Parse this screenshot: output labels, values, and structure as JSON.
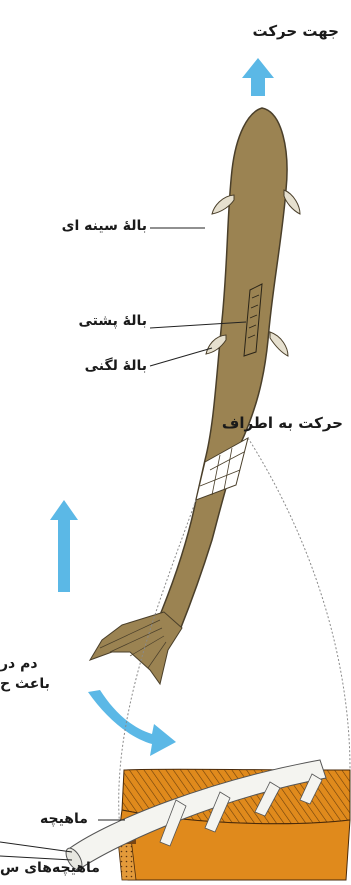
{
  "labels": {
    "movement_direction": "جهت حرکت",
    "pectoral_fin": "بالهٔ سینه ای",
    "dorsal_fin": "بالهٔ پشتی",
    "pelvic_fin": "بالهٔ لگنی",
    "side_movement": "حرکت به اطراف",
    "tail_line1": "دم در",
    "tail_line2": "باعث ح",
    "muscle": "ماهیچه",
    "muscles_bottom": "ماهیچه‌های س"
  },
  "colors": {
    "body": "#9b8352",
    "body_outline": "#4a3f2a",
    "arrow": "#5bb8e6",
    "muscle_orange": "#e08a1c",
    "muscle_light": "#f0b45a",
    "dotted_guide": "#8a8a8a",
    "text": "#1a1a1a"
  }
}
